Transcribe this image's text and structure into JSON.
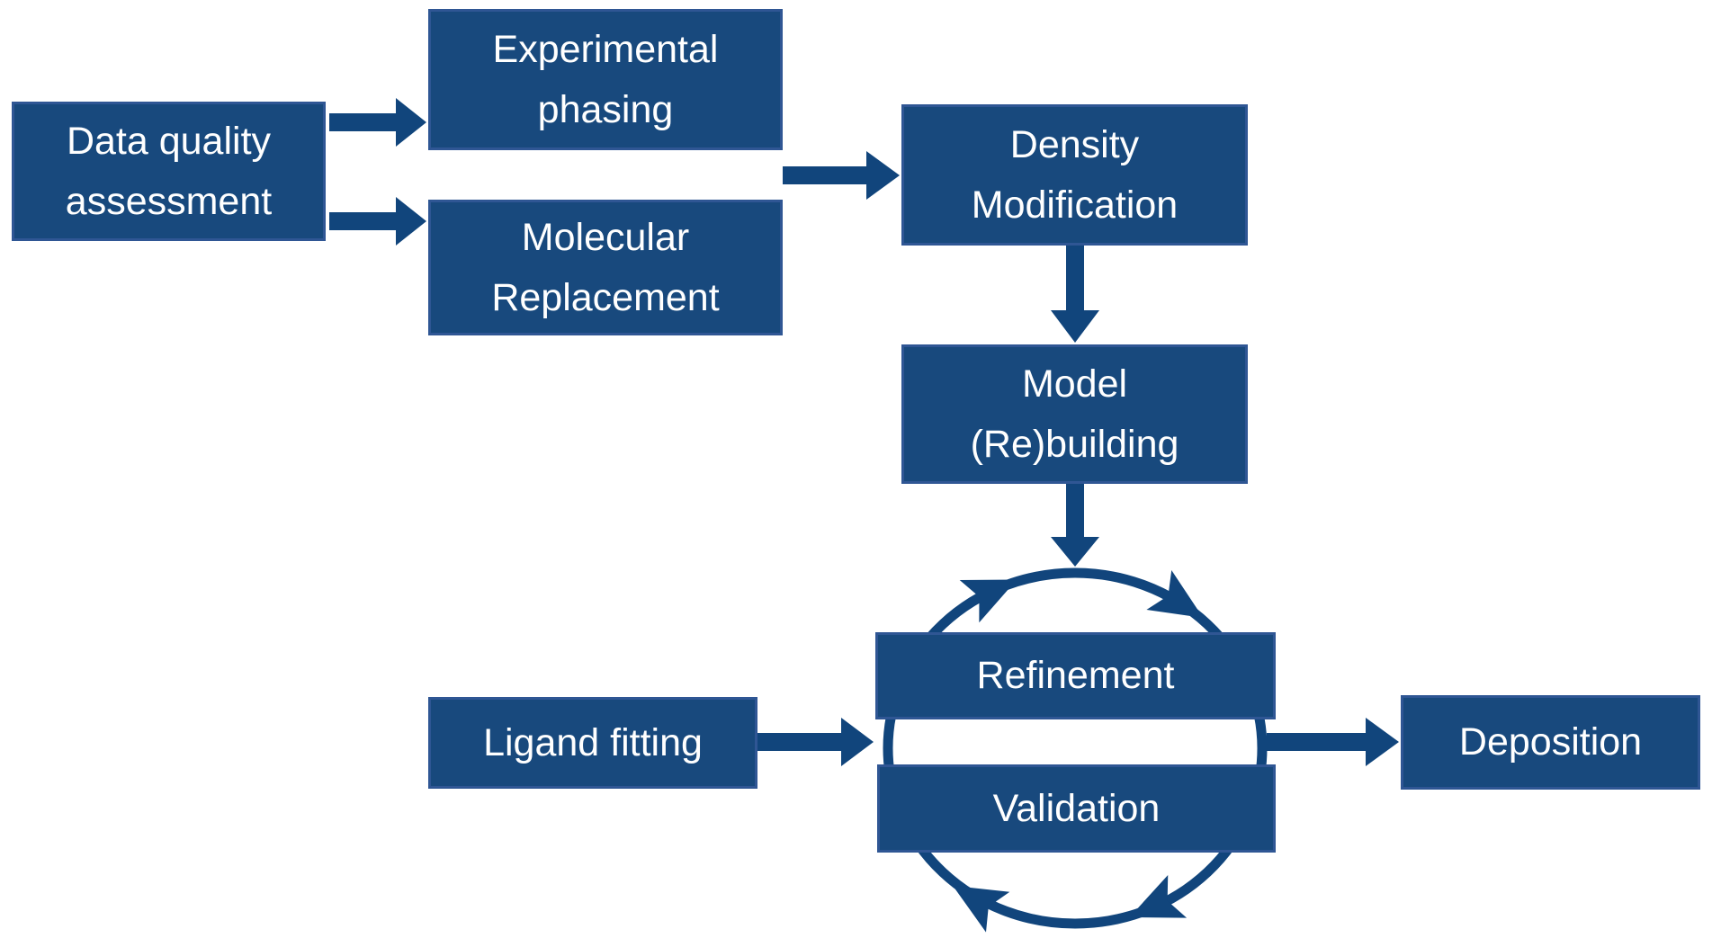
{
  "figure": {
    "type": "flowchart",
    "description": "Crystallographic structure determination workflow with an iterative refinement/validation cycle"
  },
  "colors": {
    "background": "#FFFFFF",
    "box_fill": "#18497D",
    "box_border": "#2F5694",
    "arrow": "#11457C",
    "text": "#FFFFFF"
  },
  "boxes": {
    "data_quality": {
      "label": "Data quality assessment"
    },
    "experimental_phasing": {
      "label": "Experimental phasing"
    },
    "molecular_replacement": {
      "label": "Molecular Replacement"
    },
    "density_modification": {
      "label": "Density Modification"
    },
    "model_rebuilding": {
      "label": "Model (Re)building"
    },
    "refinement": {
      "label": "Refinement"
    },
    "validation": {
      "label": "Validation"
    },
    "ligand_fitting": {
      "label": "Ligand fitting"
    },
    "deposition": {
      "label": "Deposition"
    }
  },
  "edges": [
    {
      "from": "Data quality assessment",
      "to": "Experimental phasing"
    },
    {
      "from": "Data quality assessment",
      "to": "Molecular Replacement"
    },
    {
      "from": "Experimental phasing / Molecular Replacement",
      "to": "Density Modification"
    },
    {
      "from": "Density Modification",
      "to": "Model (Re)building"
    },
    {
      "from": "Model (Re)building",
      "to": "Refinement-Validation cycle"
    },
    {
      "from": "Ligand fitting",
      "to": "Refinement-Validation cycle"
    },
    {
      "from": "Refinement-Validation cycle",
      "to": "Deposition"
    },
    {
      "cycle": "Refinement and Validation iterate in a clockwise loop (4 arrowheads on circle)"
    }
  ]
}
